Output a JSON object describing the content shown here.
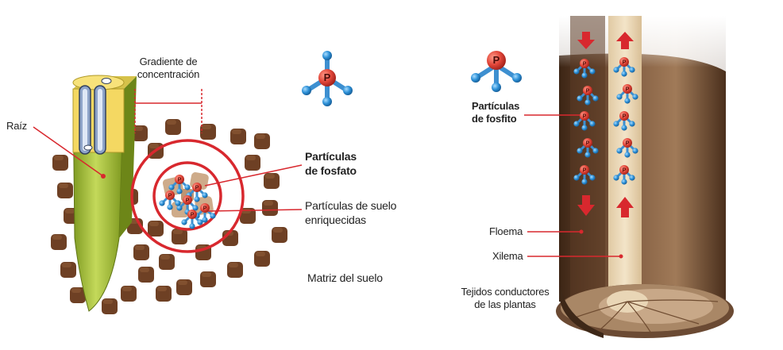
{
  "left_panel": {
    "root_label": "Raíz",
    "gradient_label_line1": "Gradiente de",
    "gradient_label_line2": "concentración",
    "phosphate_label_line1": "Partículas",
    "phosphate_label_line2": "de fosfato",
    "enriched_label_line1": "Partículas de suelo",
    "enriched_label_line2": "enriquecidas",
    "matrix_label": "Matriz del suelo"
  },
  "right_panel": {
    "phosphite_label_line1": "Partículas",
    "phosphite_label_line2": "de fosfito",
    "phloem_label": "Floema",
    "xylem_label": "Xilema",
    "tissues_label_line1": "Tejidos conductores",
    "tissues_label_line2": "de las plantas"
  },
  "molecule": {
    "center_letter": "P"
  },
  "colors": {
    "accent_red": "#d8282e",
    "soil_brown": "#7a4a2a",
    "root_green": "#a8c53b",
    "root_yellow": "#f4d862",
    "molecule_blue": "#2b8fd6",
    "phosphorus_red": "#e2473a",
    "stem_dark": "#5a3d2b",
    "xylem_beige": "#e9d6b6"
  }
}
